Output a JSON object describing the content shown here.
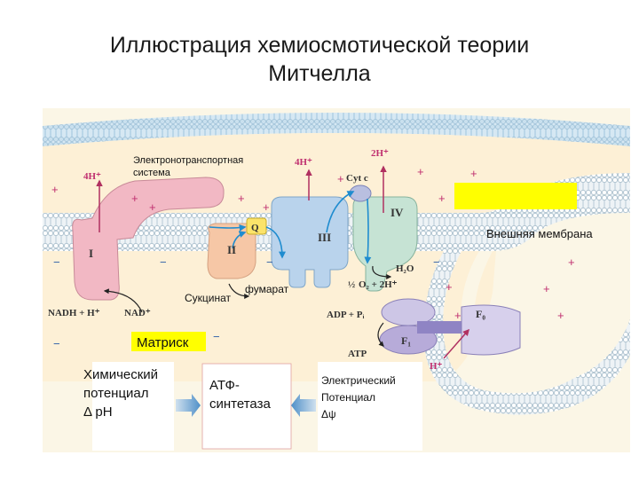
{
  "title_line1": "Иллюстрация хемиосмотической теории",
  "title_line2": "Митчелла",
  "membrane": {
    "etc_label_line1": "Электронотранспортная",
    "etc_label_line2": "система",
    "outer_membrane_label": "Внешняя мембрана",
    "highlight_color": "#ffff00"
  },
  "protons": {
    "h_4_left": "4H⁺",
    "h_4_mid": "4H⁺",
    "h_2": "2H⁺",
    "h_matrix": "H⁺"
  },
  "complexes": {
    "c1": "I",
    "c2": "II",
    "c3": "III",
    "c4": "IV",
    "q": "Q",
    "cytc": "Cyt c",
    "f0": "F₀",
    "f1": "F₁"
  },
  "reactions": {
    "nadh": "NADH + H⁺",
    "nad": "NAD⁺",
    "succinate": "Сукцинат",
    "fumarate": "фумарат",
    "h2o": "H₂O",
    "o2_half": "½",
    "o2_rest": "O₂ + 2H⁺",
    "adp": "ADP + Pᵢ",
    "atp": "ATP"
  },
  "matrix_label": "Матриск",
  "bottom": {
    "chemical": "Химический\nпотенциал\nΔ pH",
    "atp_synthase": "АТФ-\nсинтетаза",
    "electric": "Электрический\nПотенциал\nΔψ"
  }
}
